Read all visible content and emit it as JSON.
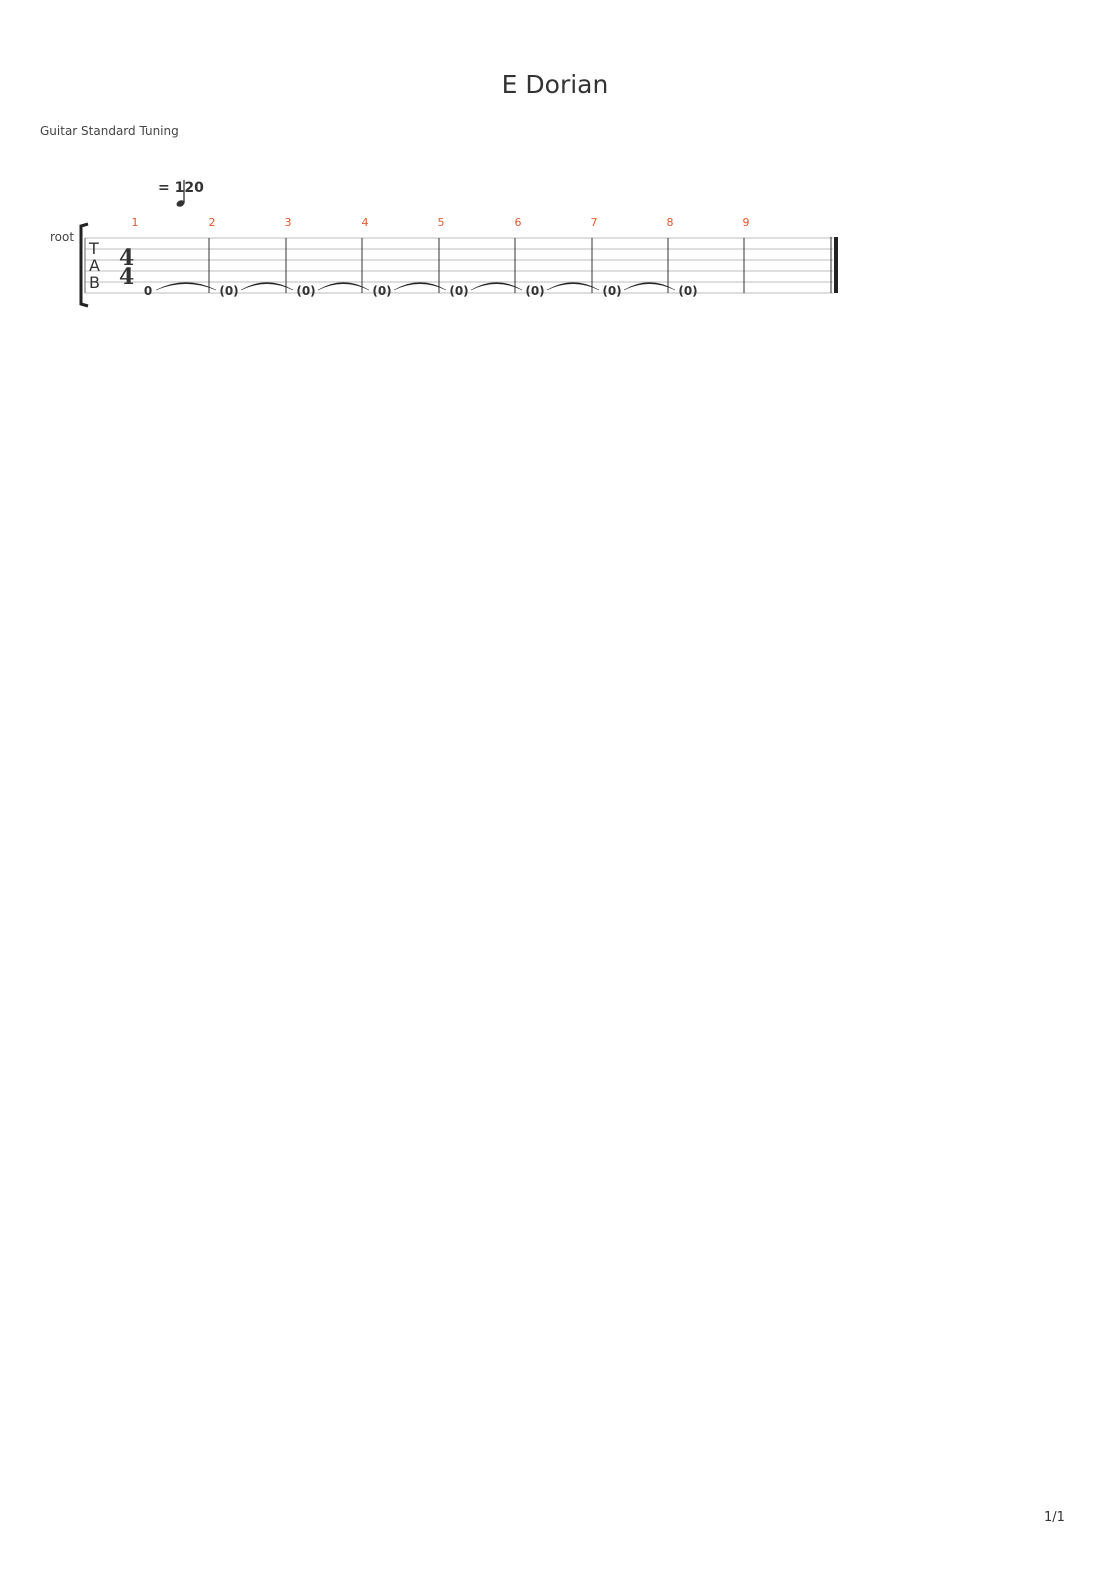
{
  "score": {
    "title": "E Dorian",
    "tuning_label": "Guitar Standard Tuning",
    "tempo": {
      "symbol": "quarter-note",
      "bpm_text": "= 120"
    },
    "track_name": "root",
    "tab_clef": [
      "T",
      "A",
      "B"
    ],
    "time_signature": {
      "top": "4",
      "bottom": "4"
    },
    "measures": [
      {
        "number": "1",
        "note": "0"
      },
      {
        "number": "2",
        "note": "(0)"
      },
      {
        "number": "3",
        "note": "(0)"
      },
      {
        "number": "4",
        "note": "(0)"
      },
      {
        "number": "5",
        "note": "(0)"
      },
      {
        "number": "6",
        "note": "(0)"
      },
      {
        "number": "7",
        "note": "(0)"
      },
      {
        "number": "8",
        "note": "(0)"
      },
      {
        "number": "9",
        "note": ""
      }
    ],
    "colors": {
      "measure_number": "#e8552c",
      "staff_line": "#bdbdbd",
      "barline": "#333333",
      "text": "#333333"
    }
  },
  "footer": {
    "page_number": "1/1"
  }
}
